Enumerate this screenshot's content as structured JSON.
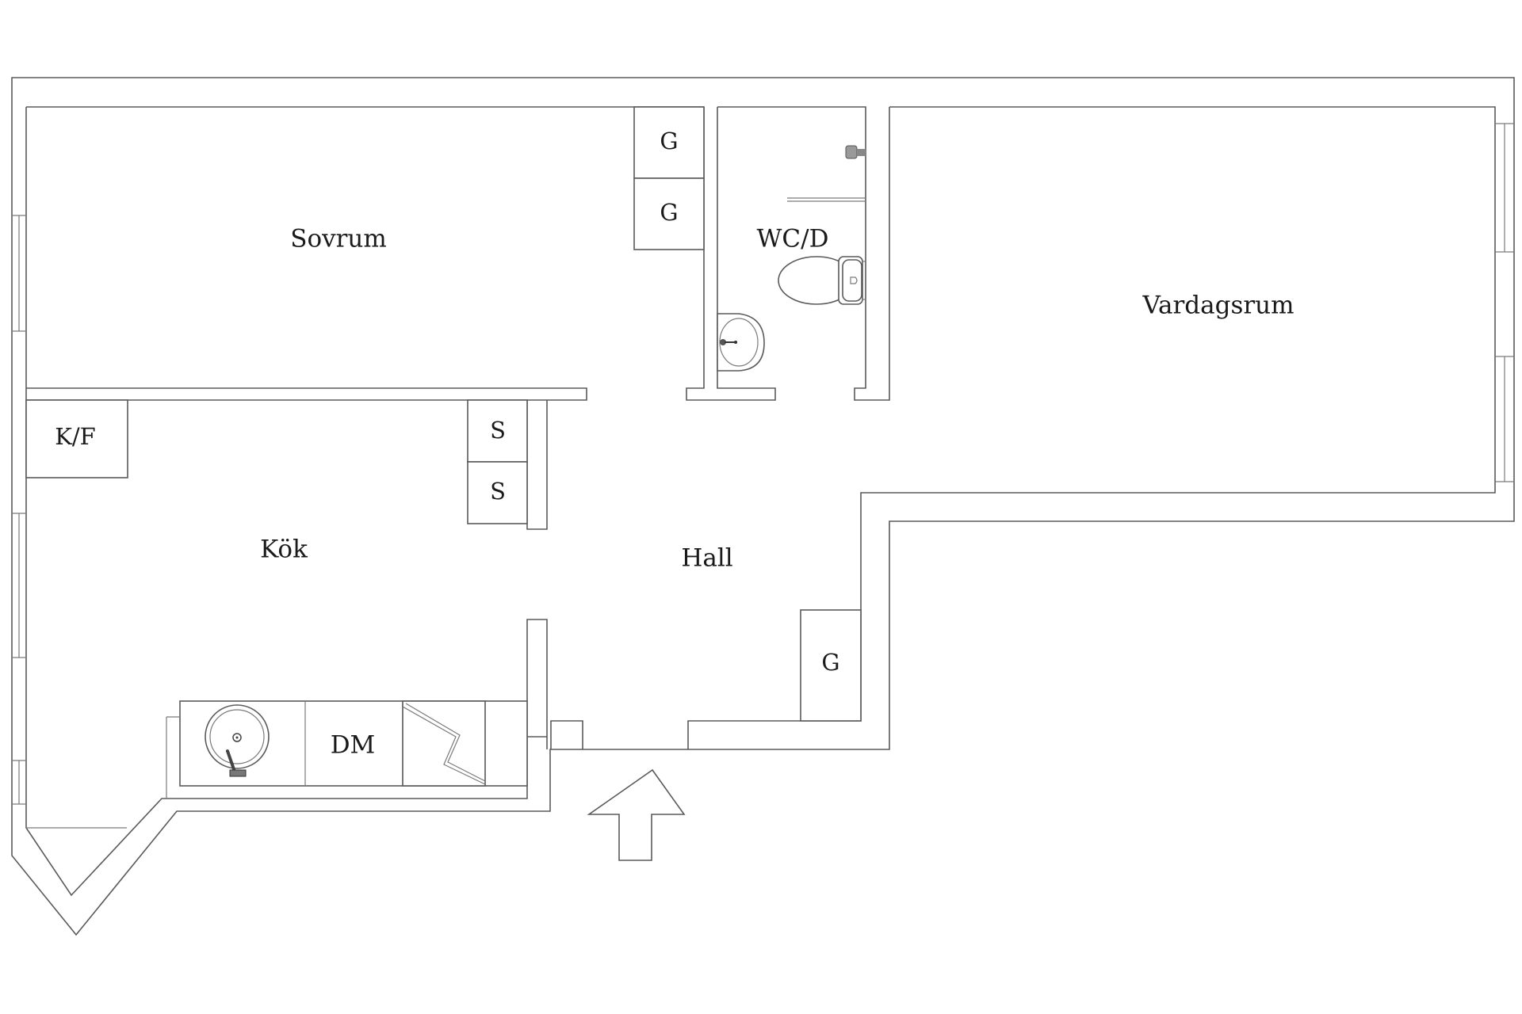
{
  "rooms": {
    "sovrum": "Sovrum",
    "wc": "WC/D",
    "vardagsrum": "Vardagsrum",
    "kok": "Kök",
    "hall": "Hall"
  },
  "fixtures": {
    "g_top_1": "G",
    "g_top_2": "G",
    "kf": "K/F",
    "s_1": "S",
    "s_2": "S",
    "dm": "DM",
    "g_hall": "G"
  },
  "icons": [
    "toilet-icon",
    "washbasin-icon",
    "shower-icon",
    "kitchen-sink-icon",
    "stove-icon",
    "entrance-arrow-icon"
  ]
}
